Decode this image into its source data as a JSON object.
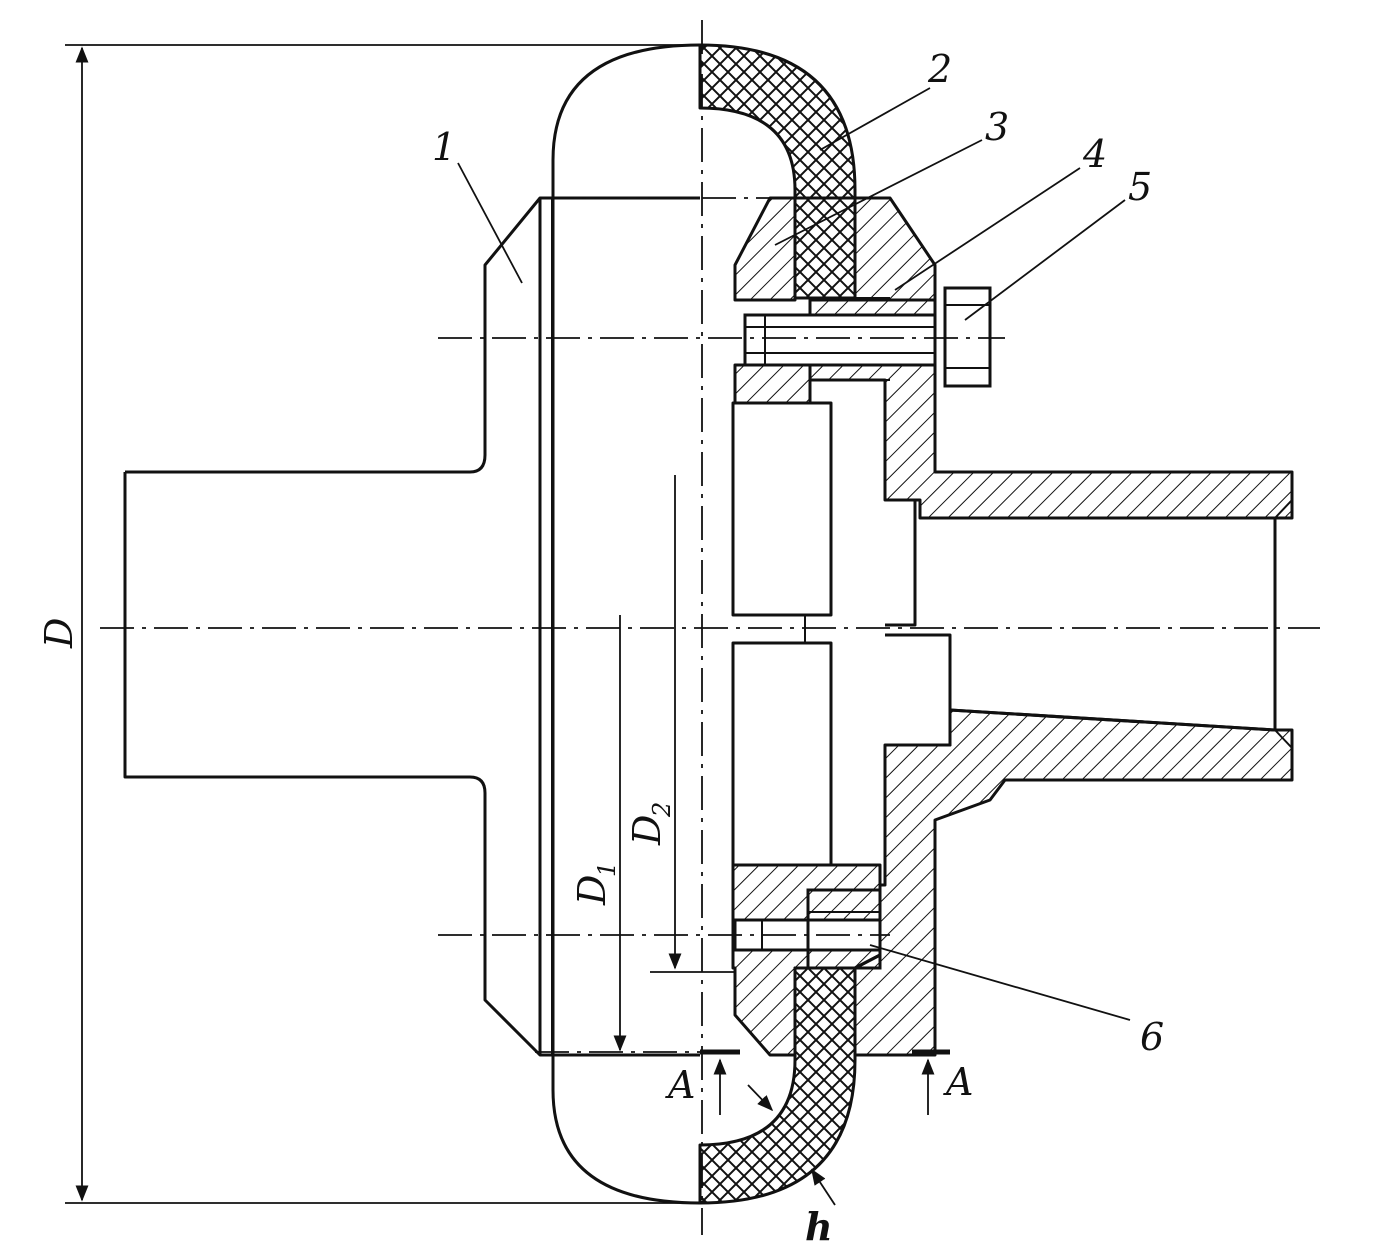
{
  "labels": {
    "part_1": "1",
    "part_2": "2",
    "part_3": "3",
    "part_4": "4",
    "part_5": "5",
    "part_6": "6",
    "dim_D": "D",
    "dim_D1_main": "D",
    "dim_D1_sub": "1",
    "dim_D2_main": "D",
    "dim_D2_sub": "2",
    "section_left": "A",
    "section_right": "A",
    "thickness_h": "h"
  }
}
